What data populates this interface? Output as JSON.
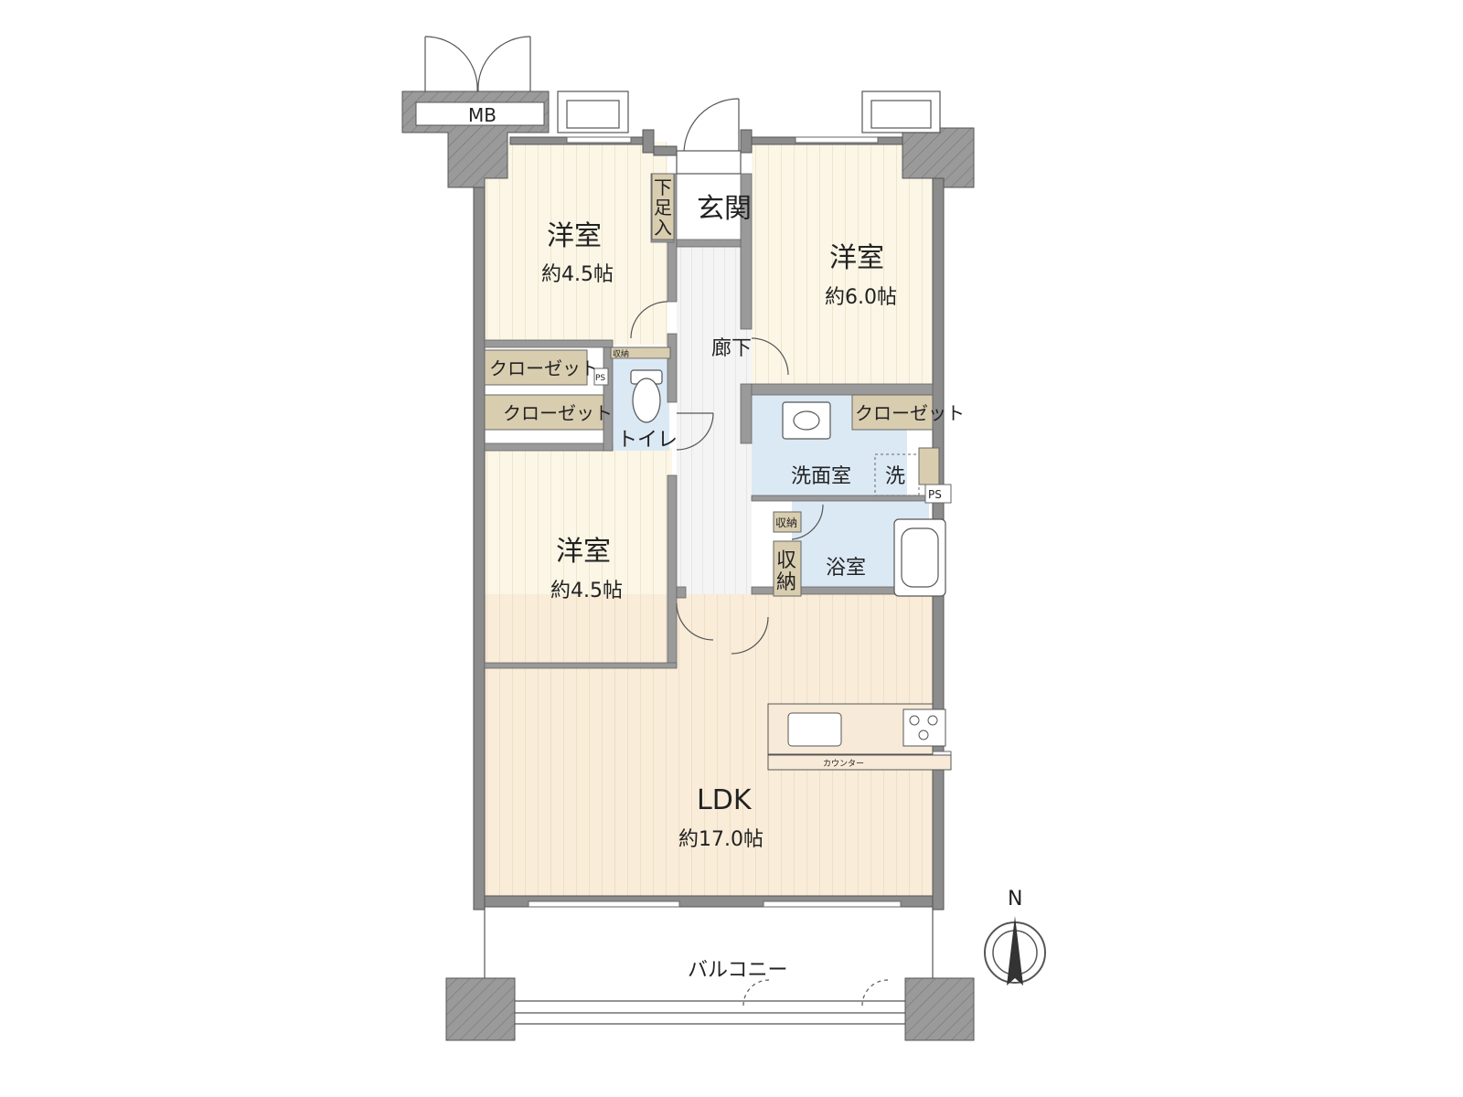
{
  "rooms": {
    "western_nw": {
      "name": "洋室",
      "size": "約4.5帖"
    },
    "western_ne": {
      "name": "洋室",
      "size": "約6.0帖"
    },
    "western_w": {
      "name": "洋室",
      "size": "約4.5帖"
    },
    "ldk": {
      "name": "LDK",
      "size": "約17.0帖"
    },
    "entrance": "玄関",
    "shoe_storage": [
      "下",
      "足",
      "入"
    ],
    "hallway": "廊下",
    "toilet": "トイレ",
    "washroom": "洗面室",
    "washer": "洗",
    "bathroom": "浴室",
    "balcony": "バルコニー",
    "meter_box": "MB"
  },
  "closets": {
    "closet_1": "クローゼット",
    "closet_2": "クローゼット",
    "closet_3": "クローゼット",
    "storage_small": "収納",
    "storage_big": [
      "収",
      "納"
    ],
    "toilet_storage": "収納"
  },
  "kitchen": {
    "counter": "カウンター"
  },
  "ps_labels": [
    "PS",
    "PS",
    "PS"
  ],
  "compass": {
    "north": "N"
  },
  "colors": {
    "wall": "#8c8c8c",
    "wall_edge": "#555555",
    "room_floor": "#faf5e4",
    "ldk_floor": "#f8ead6",
    "wet_area": "#dbe9f5",
    "closet": "#d9cdb0",
    "white": "#ffffff"
  }
}
